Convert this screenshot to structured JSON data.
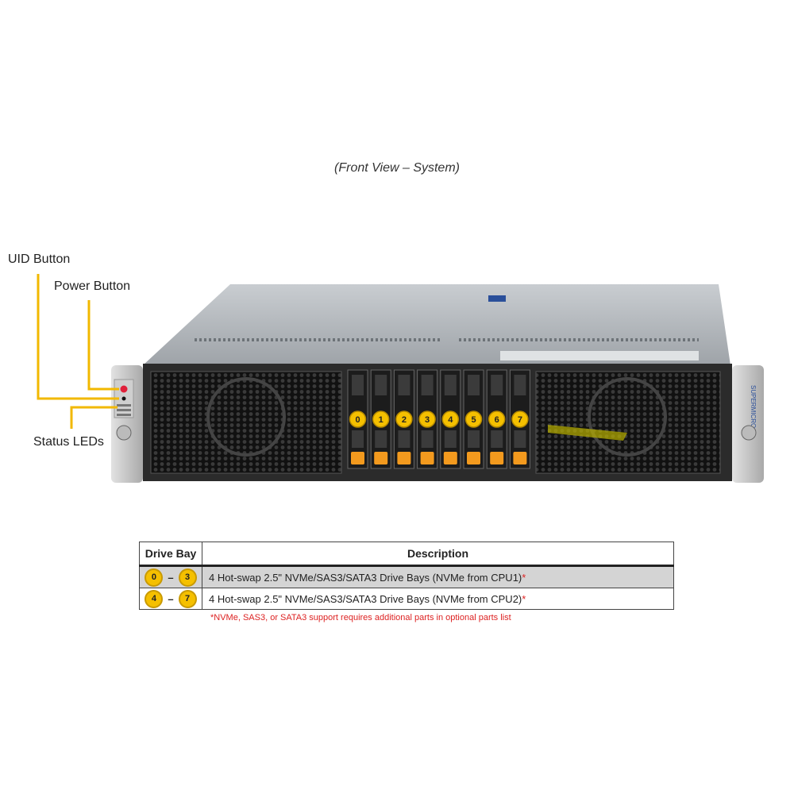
{
  "caption": "(Front View – System)",
  "callouts": {
    "uid_button": "UID Button",
    "power_button": "Power Button",
    "status_leds": "Status LEDs"
  },
  "server": {
    "brand_logo_text": "SUPERMICRO",
    "drive_bays": [
      "0",
      "1",
      "2",
      "3",
      "4",
      "5",
      "6",
      "7"
    ],
    "colors": {
      "bay_badge": "#f5c000",
      "bay_tab": "#f39a1e",
      "callout_line": "#f2b800",
      "power_button": "#e0203a"
    }
  },
  "table": {
    "headers": [
      "Drive Bay",
      "Description"
    ],
    "rows": [
      {
        "bay_start": "0",
        "bay_end": "3",
        "dash": "–",
        "description": "4 Hot-swap 2.5\" NVMe/SAS3/SATA3 Drive  Bays (NVMe from CPU1)",
        "asterisk": "*"
      },
      {
        "bay_start": "4",
        "bay_end": "7",
        "dash": "–",
        "description": "4 Hot-swap 2.5\" NVMe/SAS3/SATA3 Drive  Bays (NVMe from CPU2)",
        "asterisk": "*"
      }
    ],
    "footnote": "*NVMe, SAS3, or SATA3 support requires additional parts in optional parts list"
  }
}
